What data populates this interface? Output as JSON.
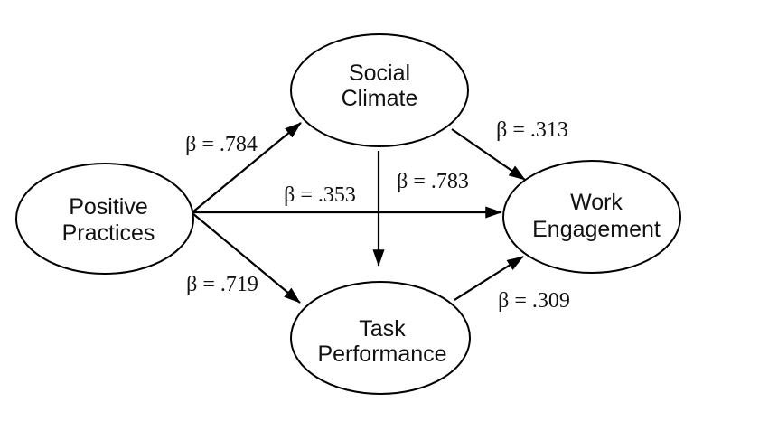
{
  "diagram": {
    "type": "path-model",
    "colors": {
      "background": "#ffffff",
      "stroke": "#000000",
      "text": "#111111"
    },
    "nodes": [
      {
        "id": "positive-practices",
        "line1": "Positive",
        "line2": "Practices"
      },
      {
        "id": "social-climate",
        "line1": "Social",
        "line2": "Climate"
      },
      {
        "id": "work-engagement",
        "line1": "Work",
        "line2": "Engagement"
      },
      {
        "id": "task-performance",
        "line1": "Task",
        "line2": "Performance"
      }
    ],
    "edges": [
      {
        "from": "Positive Practices",
        "to": "Social Climate",
        "label": "β = .784"
      },
      {
        "from": "Positive Practices",
        "to": "Work Engagement",
        "label": "β = .353"
      },
      {
        "from": "Positive Practices",
        "to": "Task Performance",
        "label": "β = .719"
      },
      {
        "from": "Social Climate",
        "to": "Work Engagement",
        "label": "β = .313"
      },
      {
        "from": "Social Climate",
        "to": "Task Performance",
        "label": "β = .783"
      },
      {
        "from": "Task Performance",
        "to": "Work Engagement",
        "label": "β = .309"
      }
    ]
  }
}
